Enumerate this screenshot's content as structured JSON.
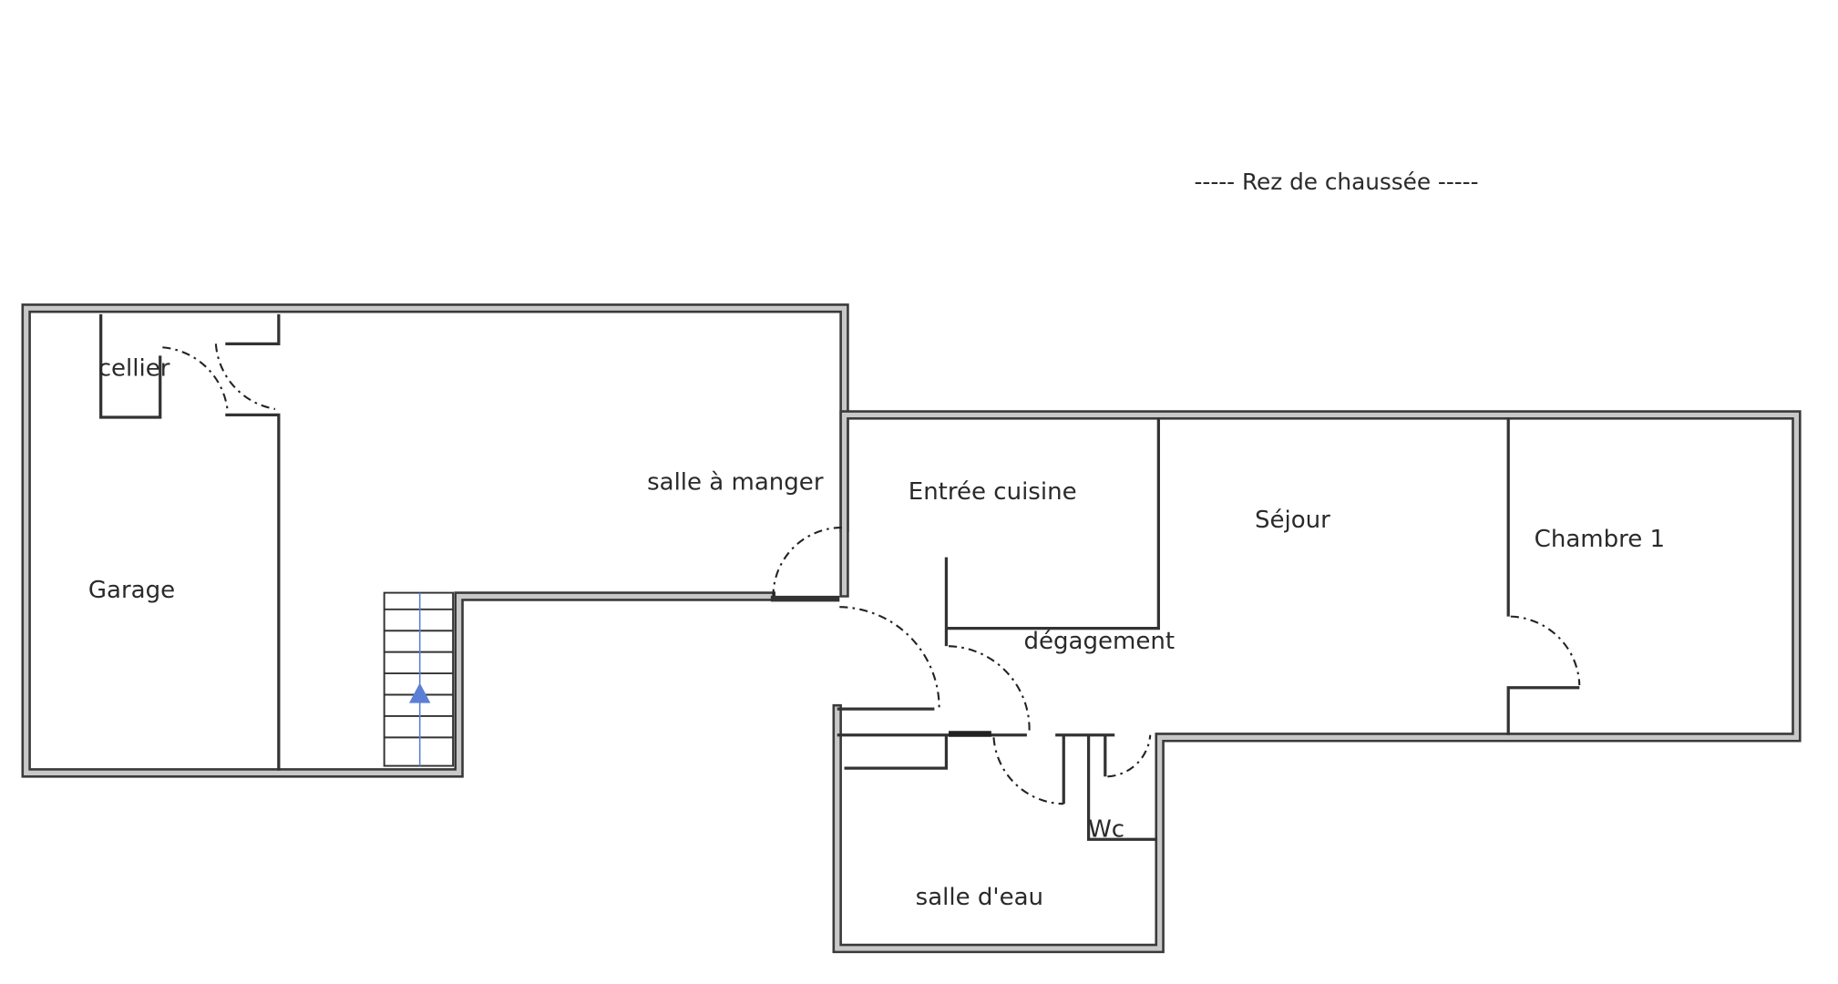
{
  "title": "-----  Rez de chaussée  -----",
  "rooms": {
    "cellier": "cellier",
    "salle_a_manger": "salle à manger",
    "garage": "Garage",
    "entree_cuisine": "Entrée cuisine",
    "sejour": "Séjour",
    "chambre1": "Chambre 1",
    "degagement": "dégagement",
    "wc": "Wc",
    "salle_eau": "salle d'eau"
  },
  "colors": {
    "wall": "#3a3a3a",
    "wall_fill": "#c8c8c8",
    "stair_arrow": "#5b7fd6"
  }
}
